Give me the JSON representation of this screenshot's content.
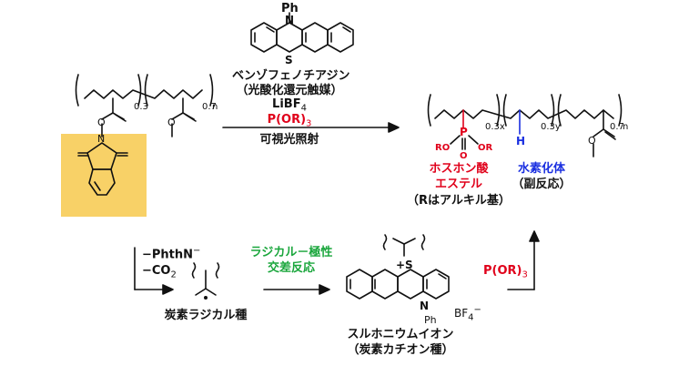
{
  "catalyst": {
    "name": "ベンゾフェノチアジン",
    "role": "（光酸化還元触媒）",
    "salt": "LiBF",
    "salt_sub": "4",
    "reagent": "P(OR)",
    "reagent_sub": "3",
    "condition": "可視光照射",
    "ph_label": "Ph",
    "n_label": "N",
    "s_label": "S"
  },
  "start_polymer": {
    "sub_a": "0.3",
    "sub_b": "0.7",
    "sub_n": "n",
    "o": "O",
    "n": "N"
  },
  "product": {
    "sub_x": "0.3x",
    "sub_y": "0.3y",
    "sub_b": "0.7",
    "sub_n": "n",
    "p": "P",
    "ro_left": "RO",
    "or_right": "OR",
    "o": "O",
    "h": "H",
    "phosphonate_line1": "ホスホン酸",
    "phosphonate_line2": "エステル",
    "hydride_line1": "水素化体",
    "hydride_line2": "（副反応）",
    "r_note": "（Rはアルキル基）",
    "colors": {
      "phosphonate": "#e0001a",
      "hydride": "#1a2fe0"
    }
  },
  "mechanism": {
    "loss1": "−PhthN",
    "loss1_sup": "−",
    "loss2": "−CO",
    "loss2_sub": "2",
    "radical_label": "炭素ラジカル種",
    "coupling_line1": "ラジカル－極性",
    "coupling_line2": "交差反応",
    "coupling_color": "#1aa63c",
    "sulfonium_line1": "スルホニウムイオン",
    "sulfonium_line2": "（炭素カチオン種）",
    "bf4": "BF",
    "bf4_sub": "4",
    "bf4_sup": "−",
    "s_plus": "+S",
    "n_label": "N",
    "ph_label": "Ph",
    "reagent": "P(OR)",
    "reagent_sub": "3"
  },
  "highlight_color": "#f8d167"
}
